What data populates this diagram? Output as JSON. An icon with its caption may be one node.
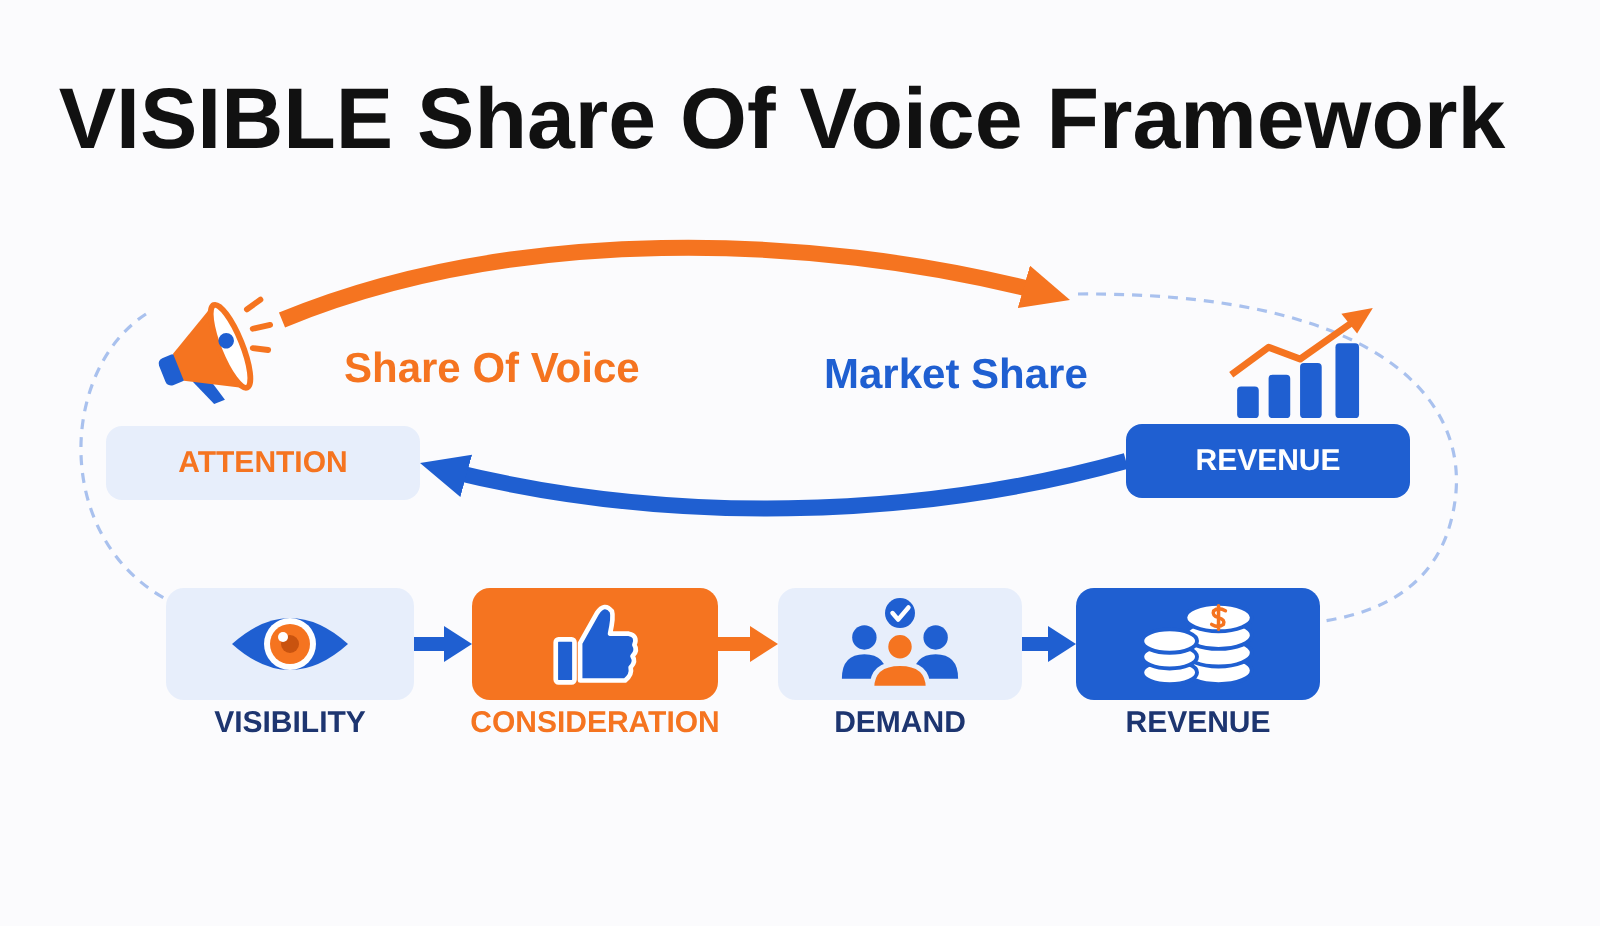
{
  "diagram": {
    "title": "VISIBLE Share Of Voice Framework",
    "nodes": [
      {
        "text": [],
        "shape": "picture"
      },
      {
        "text": [
          "ATTENTION"
        ]
      },
      {
        "text": [],
        "shape": "picture"
      },
      {
        "text": [
          "REVENUE"
        ]
      },
      {
        "text": [
          "VISIBILITY"
        ]
      },
      {
        "text": [
          "CONSIDERATION"
        ]
      },
      {
        "text": [
          "DEMAND"
        ]
      },
      {
        "text": [
          "REVENUE"
        ]
      }
    ],
    "edges": [
      {
        "from": 0,
        "to": null,
        "arrow": "to",
        "color": "#f57420"
      },
      {
        "from": 3,
        "to": 1,
        "arrow": "to"
      },
      {
        "from": 0,
        "to": 4,
        "arrow": "none",
        "style": "dashed",
        "color": "#a9c1ee"
      },
      {
        "from": null,
        "to": 7,
        "arrow": "none",
        "style": "dashed",
        "color": "#a9c1ee"
      },
      {
        "from": 4,
        "to": 5,
        "arrow": "to"
      },
      {
        "from": 5,
        "to": 6,
        "arrow": "to",
        "color": "#f57420"
      },
      {
        "from": 6,
        "to": 7,
        "arrow": "to"
      }
    ],
    "labels": [
      "Share Of Voice",
      "Market Share"
    ]
  }
}
